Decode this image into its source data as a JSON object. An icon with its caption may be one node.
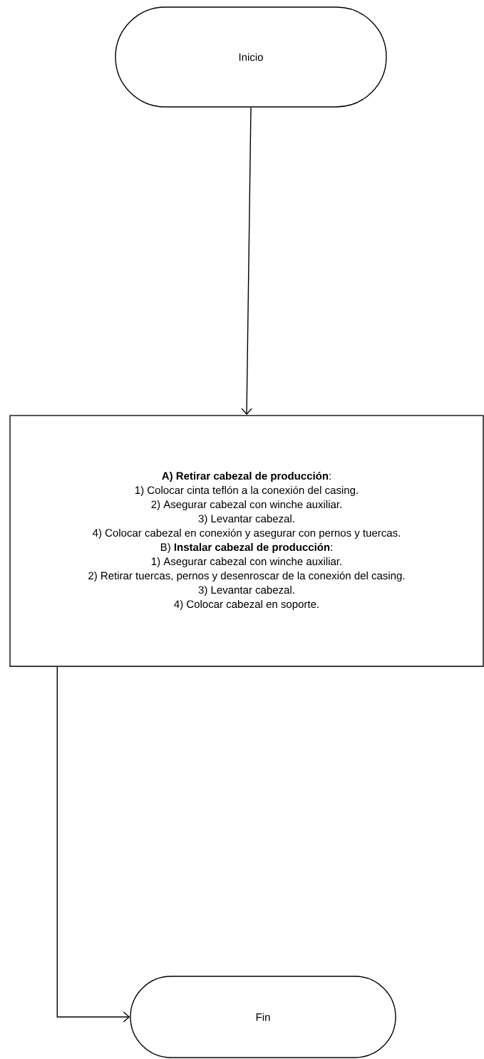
{
  "diagram": {
    "nodes": [
      {
        "text": [
          "Inicio"
        ]
      },
      {
        "text": [
          "**A) Retirar cabezal de producción**:",
          "1) Colocar cinta teflón a la conexión del casing.",
          "2) Asegurar cabezal con winche auxiliar.",
          "3) Levantar cabezal.",
          "4) Colocar cabezal en conexión y asegurar con pernos y tuercas.",
          "B) **Instalar cabezal de producción**:",
          "1) Asegurar cabezal con winche auxiliar.",
          "2) Retirar tuercas, pernos y desenroscar de la conexión del casing.",
          "3) Levantar cabezal.",
          "4) Colocar cabezal en soporte."
        ]
      },
      {
        "text": [
          "Fin"
        ]
      }
    ],
    "edges": [
      {
        "from": 0,
        "to": 1,
        "arrow": "to"
      },
      {
        "from": 1,
        "to": 2,
        "arrow": "to"
      }
    ]
  }
}
